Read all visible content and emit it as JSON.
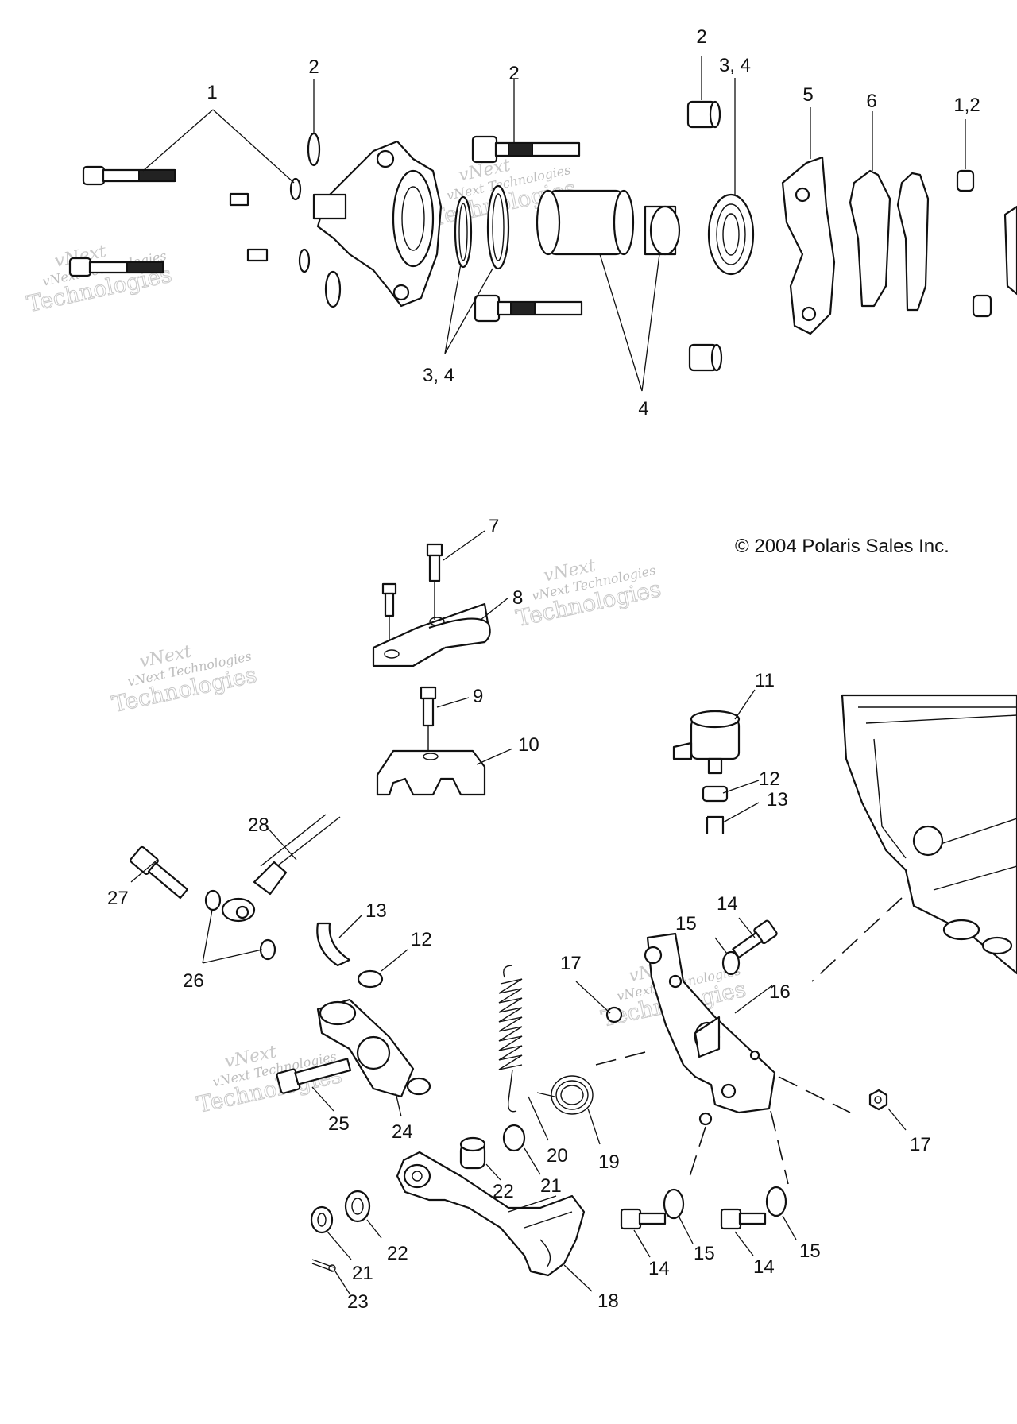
{
  "copyright": "© 2004 Polaris Sales Inc.",
  "watermark": {
    "line1": "vNext",
    "line2": "vNext Technologies",
    "line3": "Technologies"
  },
  "callouts": {
    "c1": "1",
    "c2a": "2",
    "c2b": "2",
    "c2c": "2",
    "c34a": "3, 4",
    "c34b": "3,  4",
    "c4": "4",
    "c5": "5",
    "c6": "6",
    "c12a": "1,2",
    "c7": "7",
    "c8": "8",
    "c9": "9",
    "c10": "10",
    "c11": "11",
    "c12": "12",
    "c13": "13",
    "c28": "28",
    "c27": "27",
    "c26": "26",
    "c13b": "13",
    "c12b": "12",
    "c14": "14",
    "c15": "15",
    "c16": "16",
    "c17": "17",
    "c17b": "17",
    "c25": "25",
    "c24": "24",
    "c20": "20",
    "c19": "19",
    "c22": "22",
    "c21": "21",
    "c22b": "22",
    "c21b": "21",
    "c23": "23",
    "c18": "18",
    "c14b": "14",
    "c15b": "15",
    "c14c": "14",
    "c15c": "15"
  }
}
